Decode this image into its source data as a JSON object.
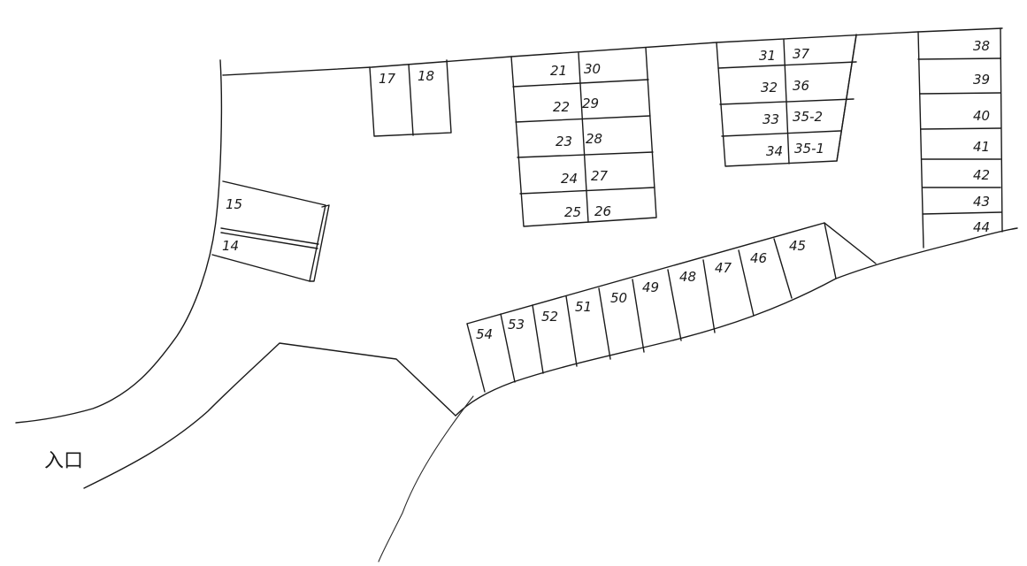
{
  "spaces": {
    "s14": "14",
    "s15": "15",
    "s17": "17",
    "s18": "18",
    "s21": "21",
    "s22": "22",
    "s23": "23",
    "s24": "24",
    "s25": "25",
    "s26": "26",
    "s27": "27",
    "s28": "28",
    "s29": "29",
    "s30": "30",
    "s31": "31",
    "s32": "32",
    "s33": "33",
    "s34": "34",
    "s35_1": "35-1",
    "s35_2": "35-2",
    "s36": "36",
    "s37": "37",
    "s38": "38",
    "s39": "39",
    "s40": "40",
    "s41": "41",
    "s42": "42",
    "s43": "43",
    "s44": "44",
    "s45": "45",
    "s46": "46",
    "s47": "47",
    "s48": "48",
    "s49": "49",
    "s50": "50",
    "s51": "51",
    "s52": "52",
    "s53": "53",
    "s54": "54"
  },
  "entrance": "入口"
}
